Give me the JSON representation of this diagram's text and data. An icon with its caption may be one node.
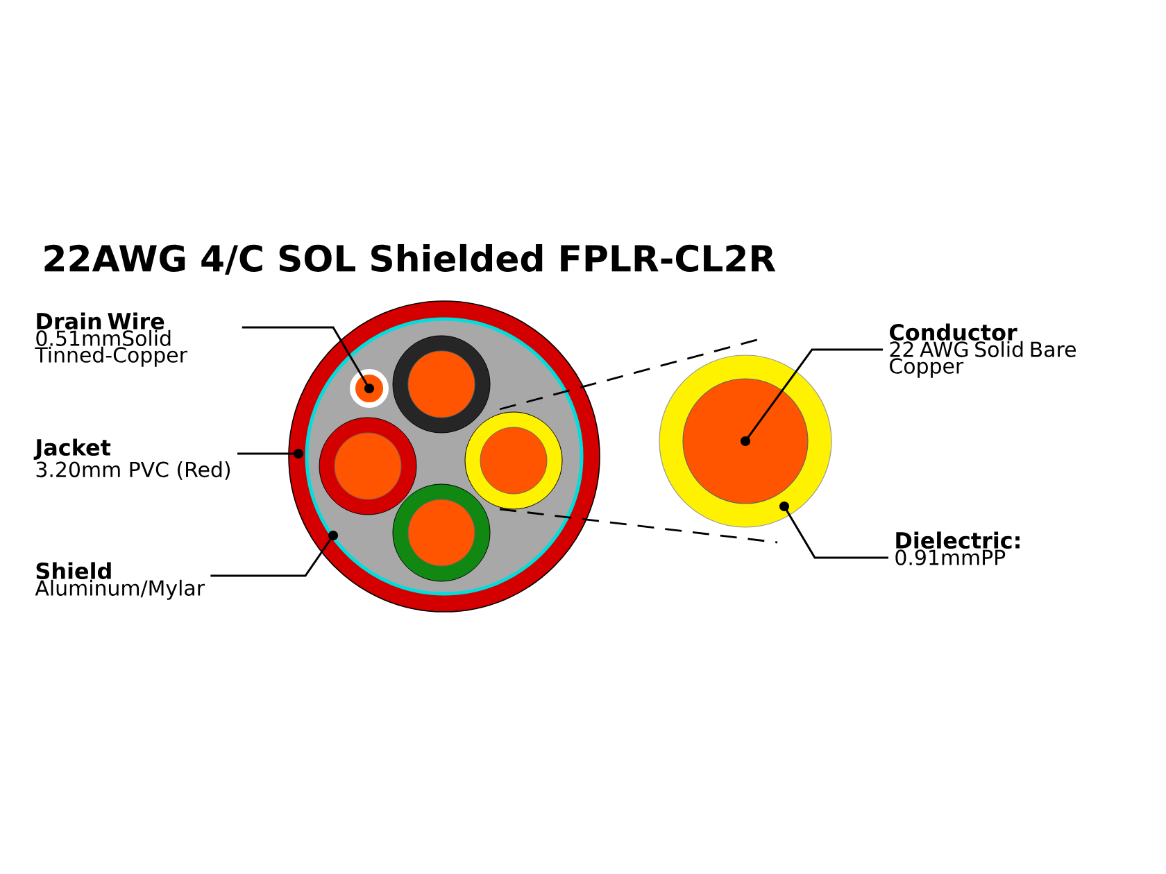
{
  "diagram": {
    "title": "22AWG 4/C SOL Shielded FPLR-CL2R",
    "nodes": [
      {
        "text": [
          "Drain Wire",
          "0.51mmSolid Tinned-Copper"
        ]
      },
      {
        "text": [
          "Jacket",
          "3.20mm PVC (Red)"
        ]
      },
      {
        "text": [
          "Shield",
          "Aluminum/Mylar"
        ]
      },
      {
        "text": [],
        "shape": "circle"
      },
      {
        "text": [],
        "shape": "circle",
        "in": 3
      },
      {
        "text": [],
        "shape": "circle",
        "in": 4
      },
      {
        "text": [
          "Conductor",
          "22 AWG Solid Bare Copper"
        ]
      },
      {
        "text": [
          "Dielectric:",
          "0.91mmPP"
        ]
      },
      {
        "text": [],
        "shape": "circle"
      },
      {
        "text": [],
        "shape": "circle",
        "in": 8
      }
    ],
    "edges": [
      {
        "from": 0,
        "to": 5,
        "arrow": "other"
      },
      {
        "from": 1,
        "to": 3,
        "arrow": "other"
      },
      {
        "from": 2,
        "to": 4,
        "arrow": "other"
      },
      {
        "from": 6,
        "to": 9,
        "arrow": "other"
      },
      {
        "from": 7,
        "to": 8,
        "arrow": "other"
      }
    ]
  }
}
